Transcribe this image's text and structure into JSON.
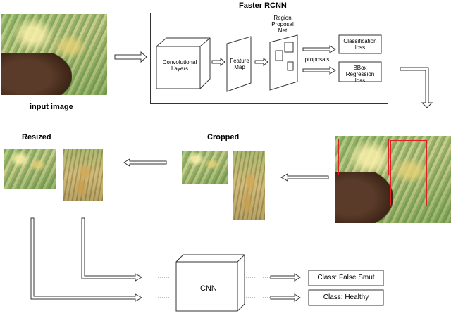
{
  "titles": {
    "faster_rcnn": "Faster RCNN",
    "input_image": "input image",
    "resized": "Resized",
    "cropped": "Cropped"
  },
  "pipeline": {
    "conv": "Convolutional Layers",
    "feature_map": "Feature Map",
    "rpn": "Region Proposal Net",
    "proposals": "proposals",
    "cls_loss": "Classification loss",
    "bbox_loss": "BBox Regression loss"
  },
  "cnn": {
    "label": "CNN",
    "outputs": [
      "Class: False Smut",
      "Class: Healthy"
    ]
  },
  "colors": {
    "detection_box": "#e02020",
    "line": "#333333"
  }
}
